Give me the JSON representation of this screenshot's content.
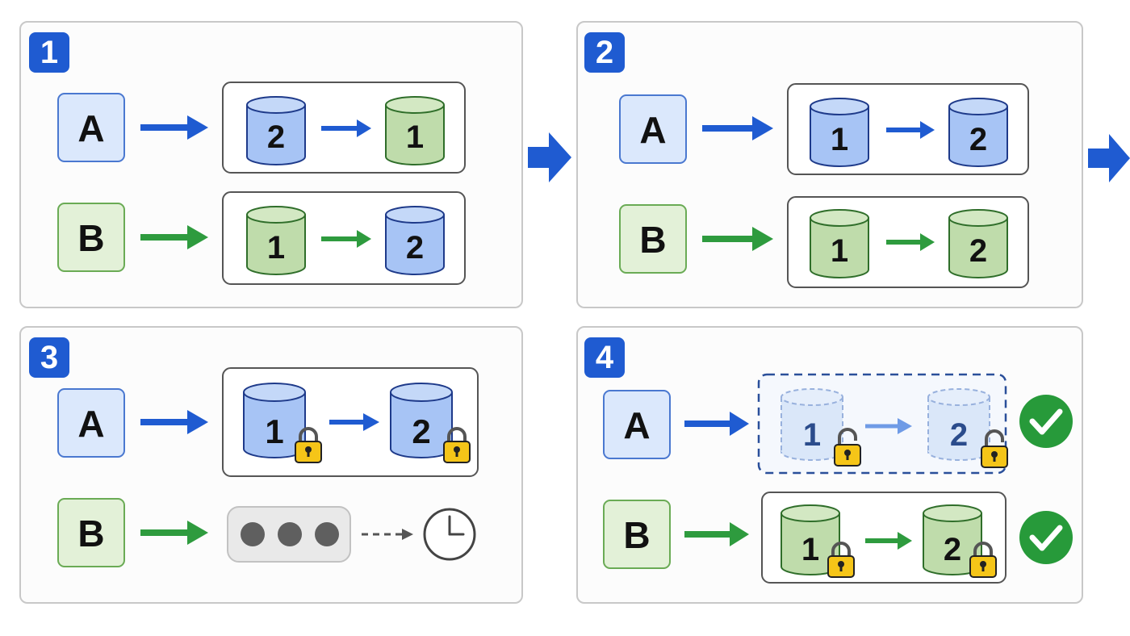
{
  "panels": [
    {
      "number": "1",
      "rows": [
        {
          "client": "A",
          "cylinders": [
            "2",
            "1"
          ]
        },
        {
          "client": "B",
          "cylinders": [
            "1",
            "2"
          ]
        }
      ]
    },
    {
      "number": "2",
      "rows": [
        {
          "client": "A",
          "cylinders": [
            "1",
            "2"
          ]
        },
        {
          "client": "B",
          "cylinders": [
            "1",
            "2"
          ]
        }
      ]
    },
    {
      "number": "3",
      "rows": [
        {
          "client": "A",
          "cylinders": [
            "1",
            "2"
          ]
        },
        {
          "client": "B",
          "status": "waiting"
        }
      ]
    },
    {
      "number": "4",
      "rows": [
        {
          "client": "A",
          "cylinders": [
            "1",
            "2"
          ]
        },
        {
          "client": "B",
          "cylinders": [
            "1",
            "2"
          ]
        }
      ]
    }
  ],
  "colors": {
    "accent": "#1f5bd1",
    "arrow_blue": "#1f5bd1",
    "arrow_green": "#2e9b3e",
    "blue_fill": "#a7c4f5",
    "blue_stroke": "#1e3a8a",
    "green_fill": "#bfdcab",
    "green_stroke": "#2f6e2a",
    "check_green": "#279a3a",
    "lock_gold": "#f5c518"
  },
  "icons": [
    "lock-icon",
    "clock-icon",
    "check-circle-icon",
    "arrow-right-icon"
  ]
}
